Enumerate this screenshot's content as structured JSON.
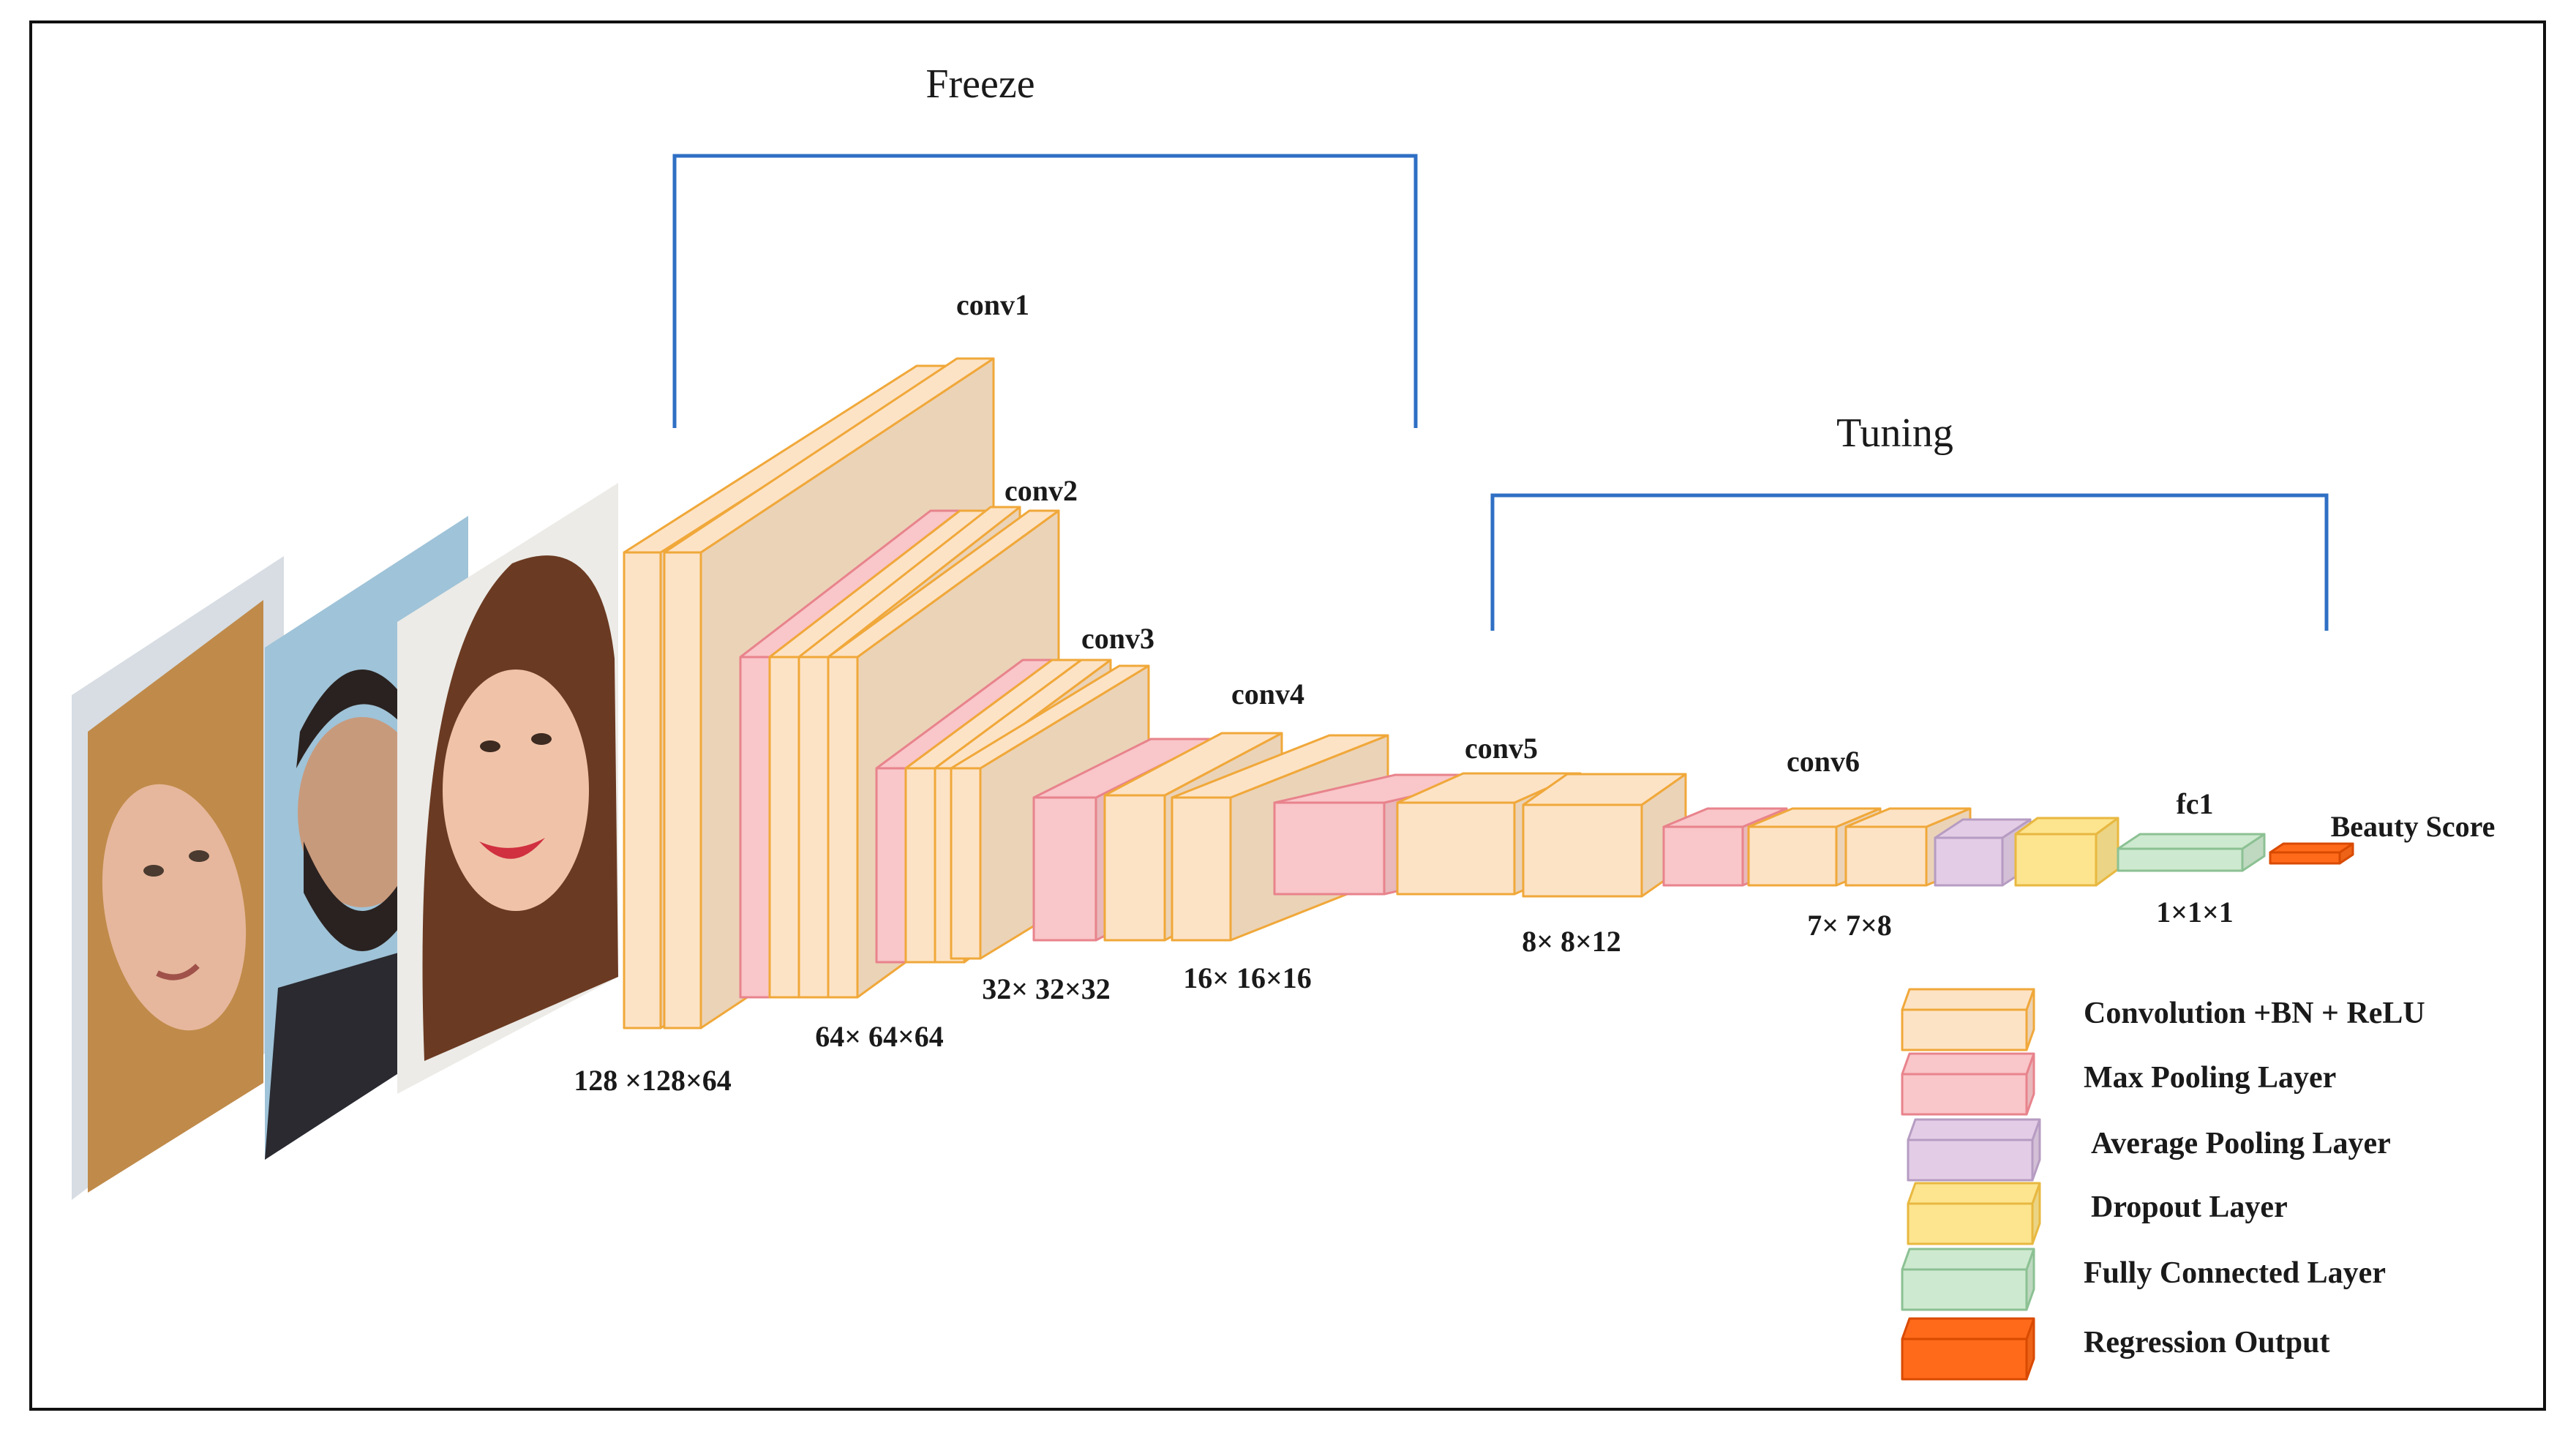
{
  "brackets": {
    "freeze": "Freeze",
    "tuning": "Tuning"
  },
  "layers": {
    "conv1": "conv1",
    "conv2": "conv2",
    "conv3": "conv3",
    "conv4": "conv4",
    "conv5": "conv5",
    "conv6": "conv6",
    "fc1": "fc1",
    "output": "Beauty Score"
  },
  "dims": {
    "d1": "128 ×128×64",
    "d2": "64× 64×64",
    "d3": "32× 32×32",
    "d4": "16× 16×16",
    "d5": "8× 8×12",
    "d6": "7× 7×8",
    "d7": "1×1×1"
  },
  "legend": [
    {
      "label": "Convolution +BN + ReLU",
      "color": "#fde3c6"
    },
    {
      "label": "Max Pooling Layer",
      "color": "#f9c6c9"
    },
    {
      "label": "Average Pooling Layer",
      "color": "#e3cde6"
    },
    {
      "label": "Dropout Layer",
      "color": "#fde48f"
    },
    {
      "label": "Fully Connected Layer",
      "color": "#cde9cf"
    },
    {
      "label": "Regression Output",
      "color": "#ff6a1a"
    }
  ],
  "colors": {
    "conv": "#fde3c6",
    "conv_side": "#f2cfb4",
    "conv_edge": "#f0a83a",
    "pool": "#f9c6c9",
    "pool_edge": "#e8838c",
    "avgpool": "#e3cde6",
    "avgpool_edge": "#b69cc2",
    "dropout": "#fde48f",
    "dropout_edge": "#e8b840",
    "fc": "#cde9cf",
    "fc_edge": "#8cc193",
    "output": "#ff6a1a",
    "output_edge": "#d94a00",
    "bracket": "#2f6fc4"
  }
}
